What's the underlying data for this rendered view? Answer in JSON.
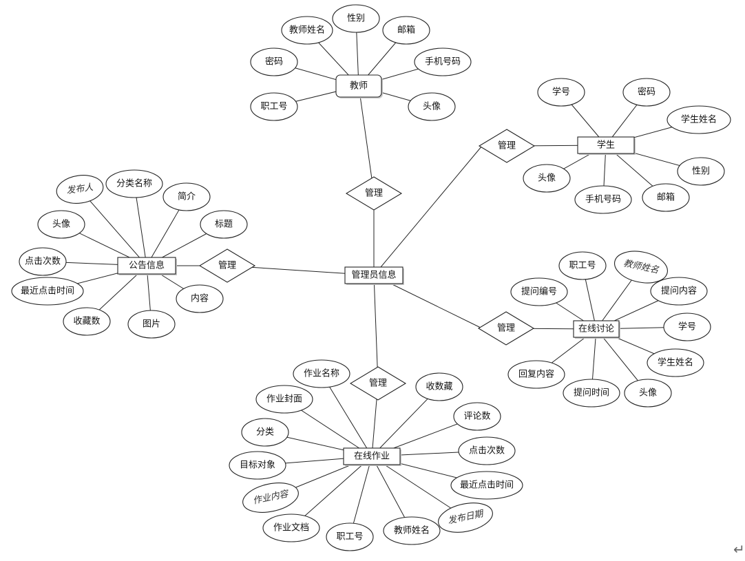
{
  "colors": {
    "background": "#ffffff",
    "stroke": "#222222",
    "text": "#111111"
  },
  "center": "管理员信息",
  "relationship_label": "管理",
  "entities": {
    "teacher": {
      "name": "教师",
      "attributes": [
        "教师姓名",
        "性别",
        "邮箱",
        "密码",
        "手机号码",
        "职工号",
        "头像"
      ]
    },
    "student": {
      "name": "学生",
      "attributes": [
        "学号",
        "密码",
        "学生姓名",
        "性别",
        "邮箱",
        "手机号码",
        "头像"
      ]
    },
    "notice": {
      "name": "公告信息",
      "attributes": [
        "发布人",
        "分类名称",
        "简介",
        "头像",
        "标题",
        "点击次数",
        "最近点击时间",
        "内容",
        "收藏数",
        "图片"
      ]
    },
    "discussion": {
      "name": "在线讨论",
      "attributes": [
        "职工号",
        "教师姓名",
        "提问编号",
        "提问内容",
        "学号",
        "学生姓名",
        "回复内容",
        "提问时间",
        "头像"
      ]
    },
    "homework": {
      "name": "在线作业",
      "attributes": [
        "作业名称",
        "收数藏",
        "作业封面",
        "评论数",
        "分类",
        "点击次数",
        "目标对象",
        "最近点击时间",
        "作业内容",
        "发布日期",
        "作业文档",
        "职工号",
        "教师姓名"
      ]
    }
  },
  "return_icon": "return-arrow-icon",
  "return_glyph": "↵"
}
